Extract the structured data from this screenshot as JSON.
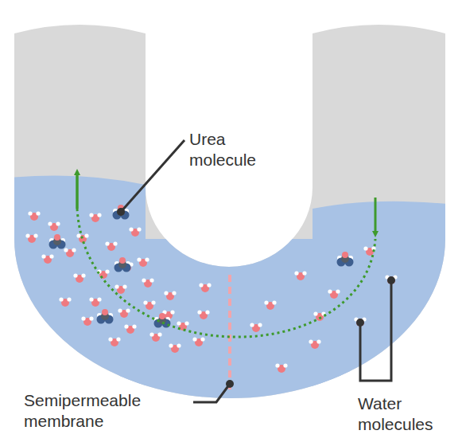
{
  "diagram": {
    "labels": [
      "Urea molecule",
      "Semipermeable membrane",
      "Water molecules"
    ]
  }
}
